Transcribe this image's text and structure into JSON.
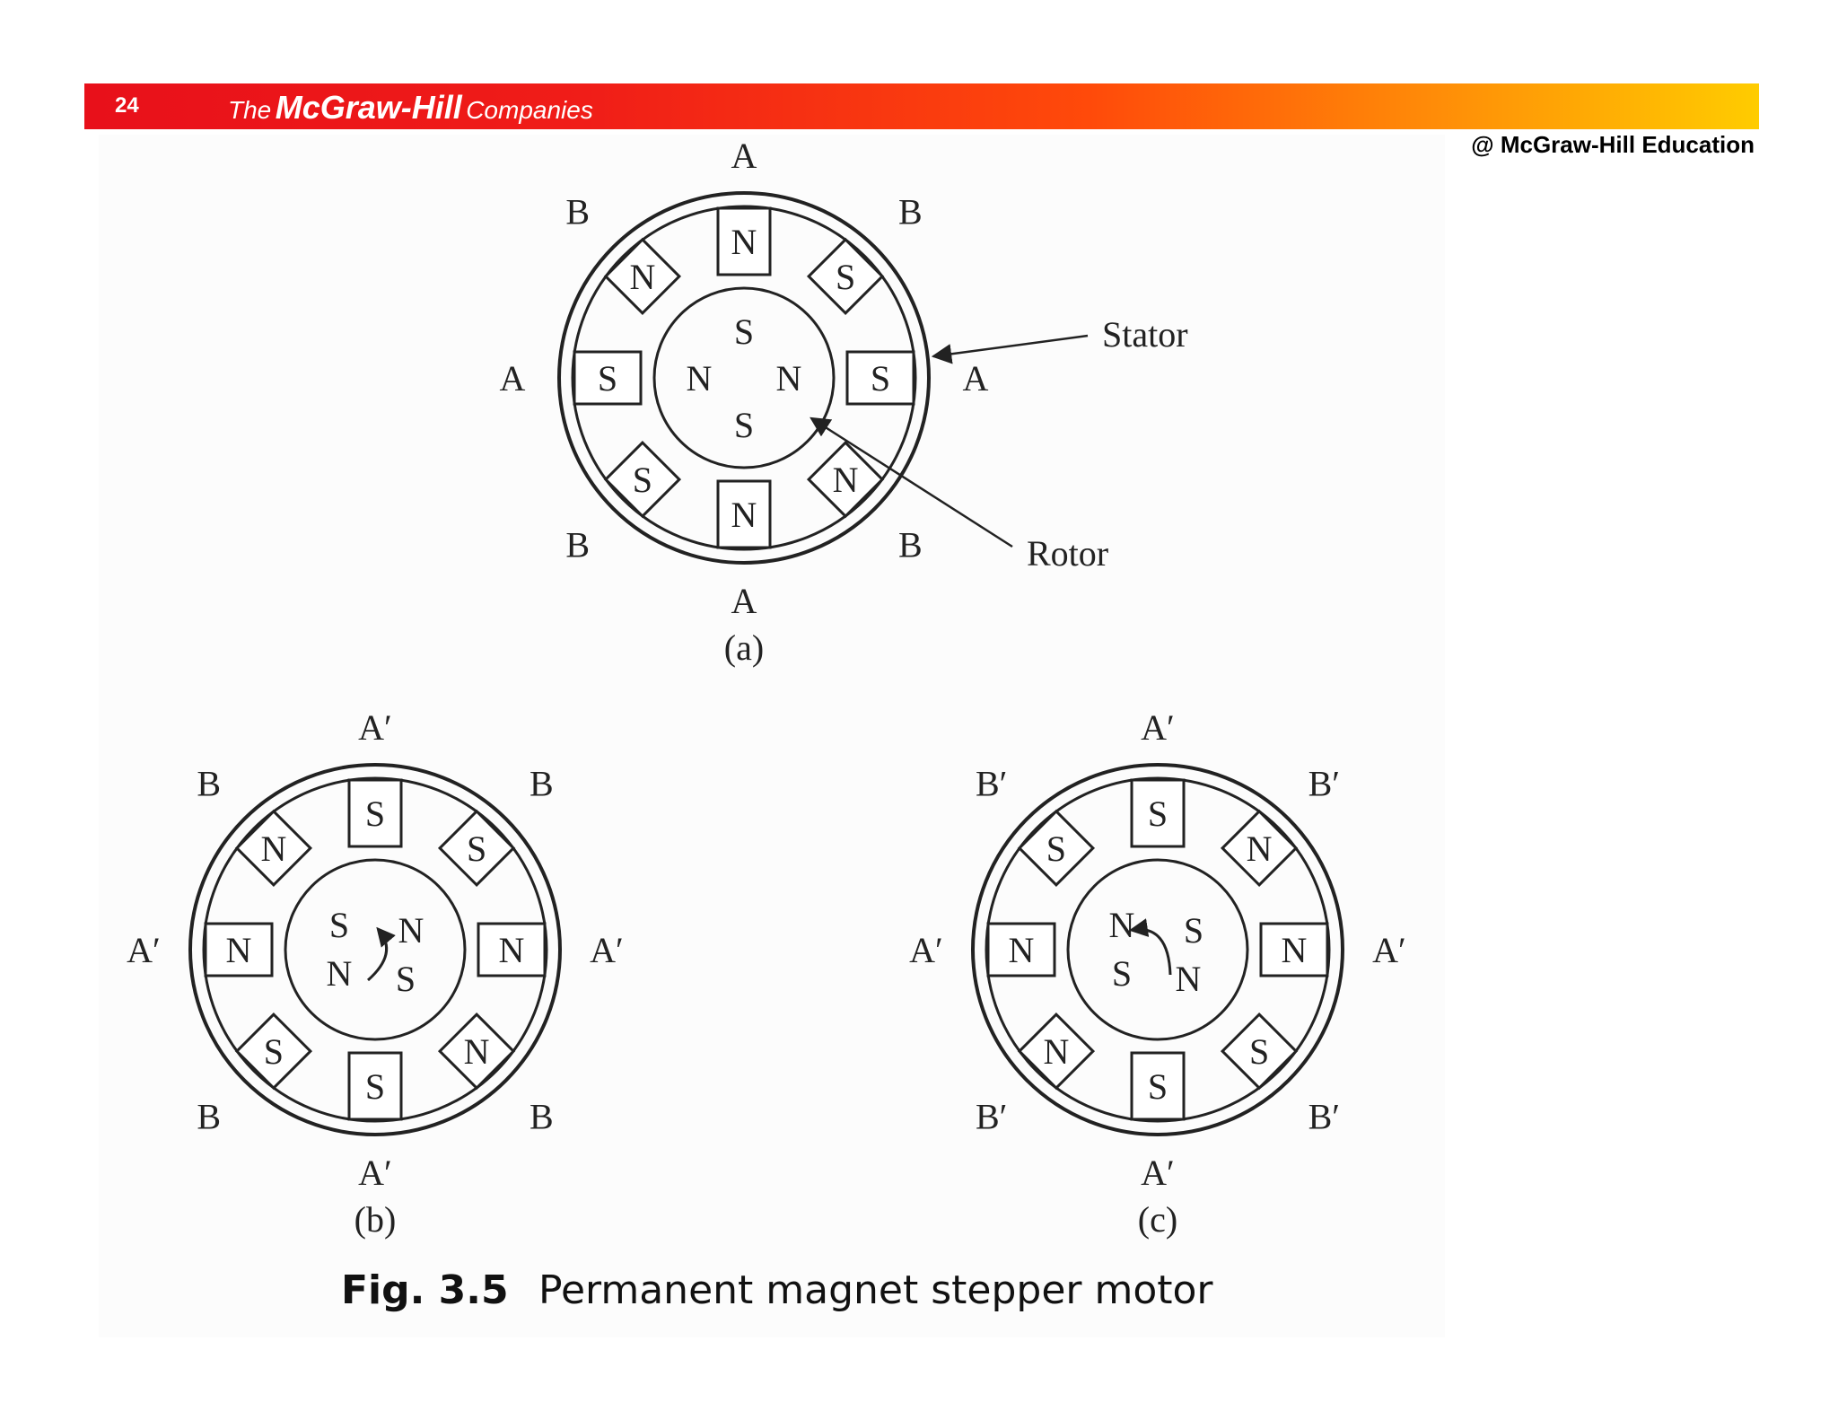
{
  "header": {
    "page_number": "24",
    "logo_the": "The",
    "logo_brand": "McGraw-Hill",
    "logo_suffix": "Companies",
    "copyright": "@ McGraw-Hill Education"
  },
  "colors": {
    "header_start": "#e8101a",
    "header_end": "#ffcc00",
    "line": "#222222"
  },
  "figure": {
    "number": "Fig. 3.5",
    "title": "Permanent magnet stepper motor",
    "callouts": {
      "stator": "Stator",
      "rotor": "Rotor"
    },
    "motors": [
      {
        "caption": "(a)",
        "outer_labels": {
          "top": "A",
          "bottom": "A",
          "left": "A",
          "right": "A",
          "top_left": "B",
          "top_right": "B",
          "bottom_left": "B",
          "bottom_right": "B"
        },
        "stator_poles": {
          "top": "N",
          "bottom": "N",
          "left": "S",
          "right": "S",
          "top_left": "N",
          "top_right": "S",
          "bottom_left": "S",
          "bottom_right": "N"
        },
        "rotor_labels": {
          "top": "S",
          "bottom": "S",
          "left": "N",
          "right": "N"
        }
      },
      {
        "caption": "(b)",
        "outer_labels": {
          "top": "A′",
          "bottom": "A′",
          "left": "A′",
          "right": "A′",
          "top_left": "B",
          "top_right": "B",
          "bottom_left": "B",
          "bottom_right": "B"
        },
        "stator_poles": {
          "top": "S",
          "bottom": "S",
          "left": "N",
          "right": "N",
          "top_left": "N",
          "top_right": "S",
          "bottom_left": "S",
          "bottom_right": "N"
        },
        "rotor_labels": {
          "upper_left": "S",
          "upper_right": "N",
          "lower_left": "N",
          "lower_right": "S"
        }
      },
      {
        "caption": "(c)",
        "outer_labels": {
          "top": "A′",
          "bottom": "A′",
          "left": "A′",
          "right": "A′",
          "top_left": "B′",
          "top_right": "B′",
          "bottom_left": "B′",
          "bottom_right": "B′"
        },
        "stator_poles": {
          "top": "S",
          "bottom": "S",
          "left": "N",
          "right": "N",
          "top_left": "S",
          "top_right": "N",
          "bottom_left": "N",
          "bottom_right": "S"
        },
        "rotor_labels": {
          "upper_left": "N",
          "upper_right": "S",
          "lower_left": "S",
          "lower_right": "N"
        }
      }
    ]
  }
}
